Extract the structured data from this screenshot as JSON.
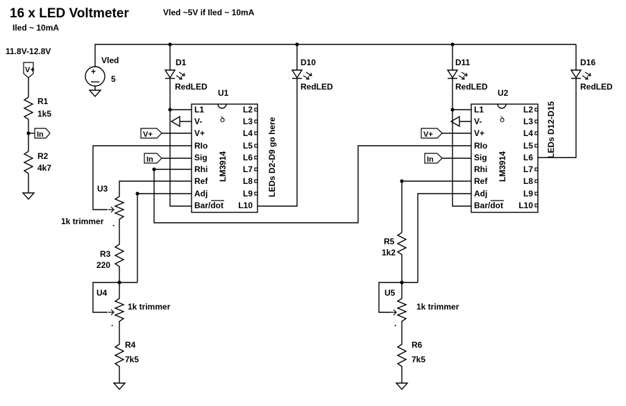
{
  "header": {
    "title": "16 x LED Voltmeter",
    "note_vled": "Vled ~5V if Iled ~ 10mA",
    "note_iled": "Iled ~ 10mA"
  },
  "supply": {
    "range_label": "11.8V-12.8V",
    "port": "V+",
    "r1_name": "R1",
    "r1_value": "1k5",
    "r2_name": "R2",
    "r2_value": "4k7",
    "in_port": "In"
  },
  "vled": {
    "name": "Vled",
    "value": "5"
  },
  "leds": {
    "d1": {
      "name": "D1",
      "value": "RedLED"
    },
    "d10": {
      "name": "D10",
      "value": "RedLED"
    },
    "d11": {
      "name": "D11",
      "value": "RedLED"
    },
    "d16": {
      "name": "D16",
      "value": "RedLED"
    }
  },
  "u1": {
    "name": "U1",
    "part": "LM3914",
    "note": "LEDs D2-D9 go here",
    "left_pins": [
      "L1",
      "V-",
      "V+",
      "RIo",
      "Sig",
      "Rhi",
      "Ref",
      "Adj",
      "Bar/dot"
    ],
    "right_pins": [
      "L2",
      "L3",
      "L4",
      "L5",
      "L6",
      "L7",
      "L8",
      "L9",
      "L10"
    ],
    "ports": {
      "vplus": "V+",
      "in": "In"
    }
  },
  "u2": {
    "name": "U2",
    "part": "LM3914",
    "note": "LEDs D12-D15",
    "left_pins": [
      "L1",
      "V-",
      "V+",
      "RIo",
      "Sig",
      "Rhi",
      "Ref",
      "Adj",
      "Bar/dot"
    ],
    "right_pins": [
      "L2",
      "L3",
      "L4",
      "L5",
      "L6",
      "L7",
      "L8",
      "L9",
      "L10"
    ],
    "ports": {
      "vplus": "V+",
      "in": "In"
    }
  },
  "left_chain": {
    "u3_name": "U3",
    "u3_value": "1k trimmer",
    "r3_name": "R3",
    "r3_value": "220",
    "u4_name": "U4",
    "u4_value": "1k trimmer",
    "r4_name": "R4",
    "r4_value": "7k5"
  },
  "right_chain": {
    "r5_name": "R5",
    "r5_value": "1k2",
    "u5_name": "U5",
    "u5_value": "1k trimmer",
    "r6_name": "R6",
    "r6_value": "7k5"
  }
}
